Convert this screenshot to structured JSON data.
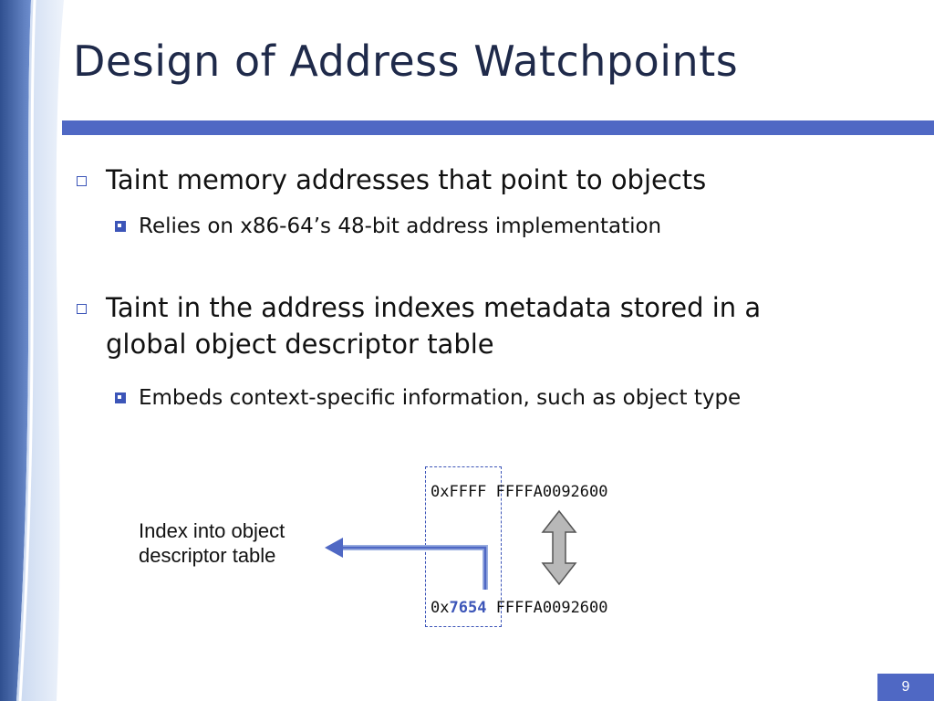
{
  "slide": {
    "title": "Design of Address Watchpoints",
    "bullets": [
      {
        "text": "Taint memory addresses that point to objects",
        "sub": [
          "Relies on x86-64’s 48-bit address implementation"
        ]
      },
      {
        "text": "Taint in the address indexes metadata stored in a global object descriptor table",
        "sub": [
          "Embeds context-specific information, such as object type"
        ]
      }
    ],
    "diagram": {
      "top_address_prefix": "0xFFFF",
      "top_address_suffix": "FFFFA0092600",
      "bottom_address_prefix": "0x",
      "bottom_address_index": "7654",
      "bottom_address_suffix": "FFFFA0092600",
      "label_line1": "Index into object",
      "label_line2": "descriptor table"
    },
    "page_number": "9",
    "colors": {
      "accent": "#4f68c4",
      "title": "#1f2a4a",
      "highlight": "#3c55b8"
    }
  }
}
